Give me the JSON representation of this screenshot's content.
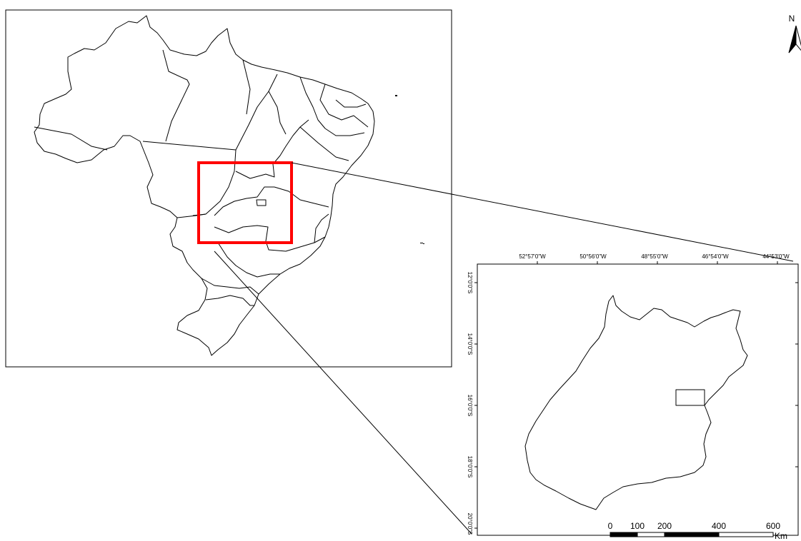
{
  "north_arrow": {
    "label": "N"
  },
  "inset": {
    "longitude_labels": [
      "52°57'0\"W",
      "50°56'0\"W",
      "48°55'0\"W",
      "46°54'0\"W",
      "44°53'0\"W"
    ],
    "latitude_labels": [
      "12°0'0\"S",
      "14°0'0\"S",
      "16°0'0\"S",
      "18°0'0\"S",
      "20°0'0\"S"
    ]
  },
  "scale_bar": {
    "labels": [
      "0",
      "100",
      "200",
      "400",
      "600"
    ],
    "unit": "Km"
  },
  "colors": {
    "highlight_box": "#ff0000",
    "outline": "#000000",
    "background": "#ffffff"
  }
}
